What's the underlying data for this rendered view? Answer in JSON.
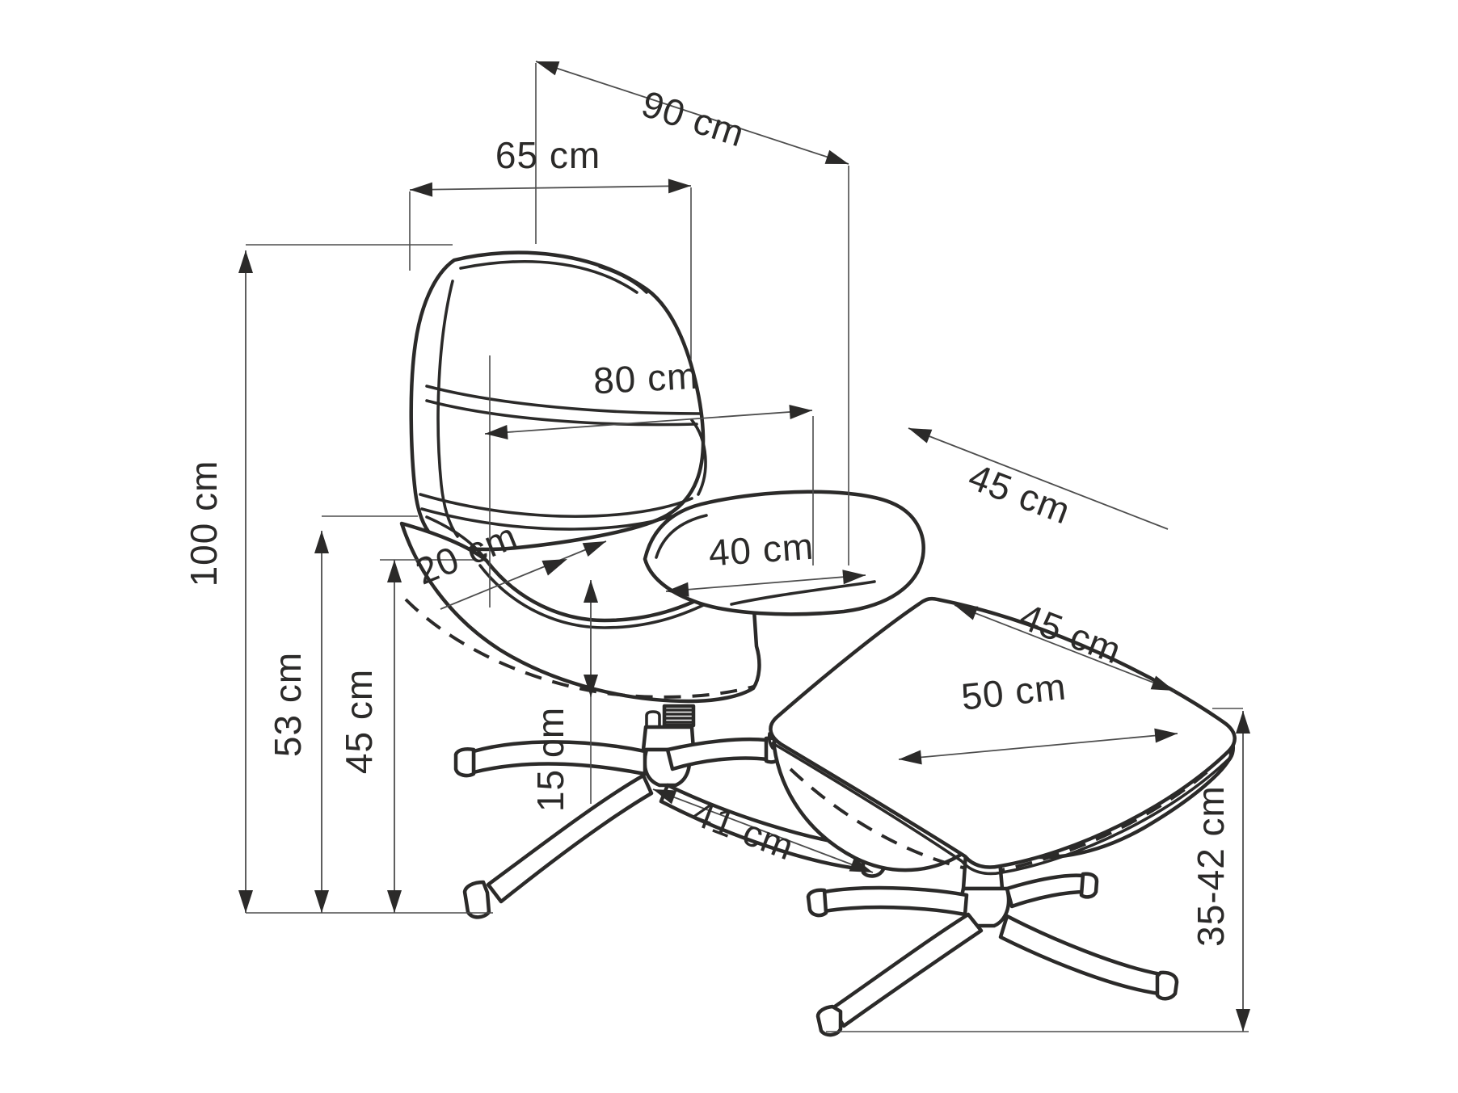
{
  "unit": "cm",
  "dimensions": {
    "depth_overall": {
      "label": "90 cm",
      "value_cm": 90
    },
    "width_upper": {
      "label": "65 cm",
      "value_cm": 65
    },
    "width_overall": {
      "label": "80 cm",
      "value_cm": 80
    },
    "height_overall": {
      "label": "100 cm",
      "value_cm": 100
    },
    "height_armrest": {
      "label": "53 cm",
      "value_cm": 53
    },
    "height_seat": {
      "label": "45 cm",
      "value_cm": 45
    },
    "seat_thickness": {
      "label": "15 cm",
      "value_cm": 15
    },
    "armrest_front_width": {
      "label": "20 cm",
      "value_cm": 20
    },
    "seat_width": {
      "label": "40 cm",
      "value_cm": 40
    },
    "base_leg_span": {
      "label": "41 cm",
      "value_cm": 41
    },
    "footstool_depth": {
      "label": "45 cm",
      "value_cm": 45
    },
    "footstool_top_depth": {
      "label": "45 cm",
      "value_cm": 45
    },
    "footstool_top_width": {
      "label": "50 cm",
      "value_cm": 50
    },
    "footstool_height": {
      "label": "35-42 cm",
      "value_cm_min": 35,
      "value_cm_max": 42
    }
  }
}
